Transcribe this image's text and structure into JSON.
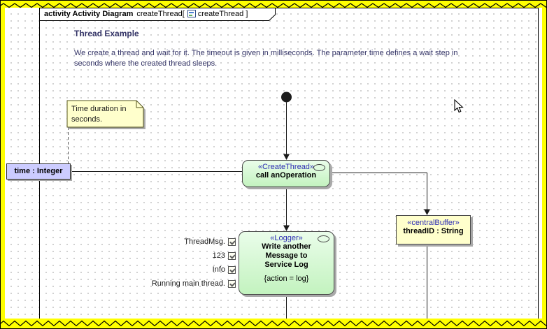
{
  "colors": {
    "tear-yellow": "#ffff00",
    "note-fill": "#ffffcc",
    "buffer-fill": "#ffffcc",
    "param-fill": "#ccccff",
    "action-fill": "#c3f3bf",
    "action-fill-top": "#eafdea",
    "stereotype-blue": "#2d2db4",
    "text-navy": "#333366",
    "shadow-gray": "#a9a9a9",
    "line-color": "#1a1a1a"
  },
  "frame_header": {
    "keyword": "activity Activity Diagram",
    "name": "createThread[",
    "diagram_ref": "createThread ]"
  },
  "description": {
    "title": "Thread Example",
    "body_lines": [
      "We create a thread and wait for it. The timeout is given in milliseconds. The parameter time defines a wait step in",
      "seconds where the created thread sleeps."
    ]
  },
  "note": {
    "lines": [
      "Time duration in",
      "seconds."
    ]
  },
  "parameter_node": {
    "label": "time : Integer"
  },
  "create_thread_action": {
    "stereotype": "«CreateThread»",
    "name": "call anOperation"
  },
  "logger_action": {
    "stereotype": "«Logger»",
    "name_lines": [
      "Write another",
      "Message to",
      "Service Log"
    ],
    "spec": "{action = log}"
  },
  "central_buffer": {
    "stereotype": "«centralBuffer»",
    "label": "threadID : String"
  },
  "pins": [
    {
      "label": "ThreadMsg."
    },
    {
      "label": "123"
    },
    {
      "label": "Info"
    },
    {
      "label": "Running main thread."
    }
  ]
}
